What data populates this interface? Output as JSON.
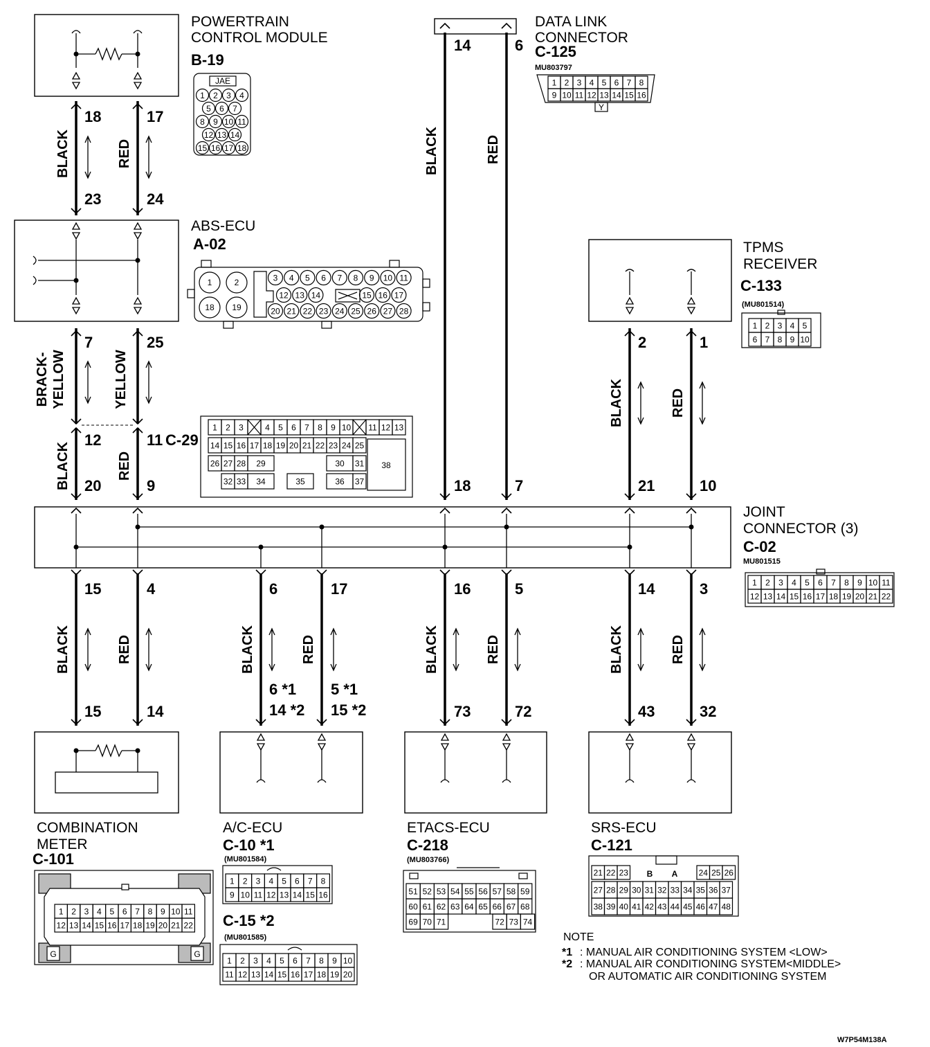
{
  "modules": {
    "pcm": {
      "name": "POWERTRAIN CONTROL MODULE",
      "name_lines": [
        "POWERTRAIN",
        "CONTROL MODULE"
      ],
      "connector": "B-19",
      "tag": "JAE",
      "pin_rows": [
        [
          "1",
          "2",
          "3",
          "4"
        ],
        [
          "5",
          "6",
          "7"
        ],
        [
          "8",
          "9",
          "10",
          "11"
        ],
        [
          "12",
          "13",
          "14"
        ],
        [
          "15",
          "16",
          "17",
          "18"
        ]
      ]
    },
    "dlc": {
      "name_lines": [
        "DATA LINK",
        "CONNECTOR"
      ],
      "connector": "C-125",
      "part": "MU803797",
      "tag": "Y",
      "pin_rows": [
        [
          "1",
          "2",
          "3",
          "4",
          "5",
          "6",
          "7",
          "8"
        ],
        [
          "9",
          "10",
          "11",
          "12",
          "13",
          "14",
          "15",
          "16"
        ]
      ]
    },
    "abs": {
      "name": "ABS-ECU",
      "connector": "A-02",
      "pins_big": [
        "1",
        "2",
        "18",
        "19"
      ],
      "pin_rows": [
        [
          "3",
          "4",
          "5",
          "6",
          "7",
          "8",
          "9",
          "10",
          "11"
        ],
        [
          "12",
          "13",
          "14",
          "15",
          "16",
          "17"
        ],
        [
          "20",
          "21",
          "22",
          "23",
          "24",
          "25",
          "26",
          "27",
          "28"
        ]
      ]
    },
    "tpms": {
      "name_lines": [
        "TPMS",
        "RECEIVER"
      ],
      "connector": "C-133",
      "part": "(MU801514)",
      "pin_rows": [
        [
          "1",
          "2",
          "3",
          "4",
          "5"
        ],
        [
          "6",
          "7",
          "8",
          "9",
          "10"
        ]
      ]
    },
    "c29": {
      "connector": "C-29",
      "pin_rows": [
        [
          "1",
          "2",
          "3",
          "4",
          "5",
          "6",
          "7",
          "8",
          "9",
          "10",
          "11",
          "12",
          "13"
        ],
        [
          "14",
          "15",
          "16",
          "17",
          "18",
          "19",
          "20",
          "21",
          "22",
          "23",
          "24",
          "25"
        ],
        [
          "26",
          "27",
          "28",
          "29",
          "30",
          "31",
          "38"
        ],
        [
          "32",
          "33",
          "34",
          "35",
          "36",
          "37"
        ]
      ]
    },
    "joint": {
      "name_lines": [
        "JOINT",
        "CONNECTOR (3)"
      ],
      "connector": "C-02",
      "part": "MU801515",
      "pin_rows": [
        [
          "1",
          "2",
          "3",
          "4",
          "5",
          "6",
          "7",
          "8",
          "9",
          "10",
          "11"
        ],
        [
          "12",
          "13",
          "14",
          "15",
          "16",
          "17",
          "18",
          "19",
          "20",
          "21",
          "22"
        ]
      ]
    },
    "meter": {
      "name_lines": [
        "COMBINATION",
        "METER"
      ],
      "connector": "C-101",
      "ground": "G",
      "pin_rows": [
        [
          "1",
          "2",
          "3",
          "4",
          "5",
          "6",
          "7",
          "8",
          "9",
          "10",
          "11"
        ],
        [
          "12",
          "13",
          "14",
          "15",
          "16",
          "17",
          "18",
          "19",
          "20",
          "21",
          "22"
        ]
      ]
    },
    "ac": {
      "name": "A/C-ECU",
      "connector_a": "C-10",
      "mark_a": "*1",
      "part_a": "(MU801584)",
      "pin_rows_a": [
        [
          "1",
          "2",
          "3",
          "4",
          "5",
          "6",
          "7",
          "8"
        ],
        [
          "9",
          "10",
          "11",
          "12",
          "13",
          "14",
          "15",
          "16"
        ]
      ],
      "connector_b": "C-15",
      "mark_b": "*2",
      "part_b": "(MU801585)",
      "pin_rows_b": [
        [
          "1",
          "2",
          "3",
          "4",
          "5",
          "6",
          "7",
          "8",
          "9",
          "10"
        ],
        [
          "11",
          "12",
          "13",
          "14",
          "15",
          "16",
          "17",
          "18",
          "19",
          "20"
        ]
      ]
    },
    "etacs": {
      "name": "ETACS-ECU",
      "connector": "C-218",
      "part": "(MU803766)",
      "pin_rows": [
        [
          "51",
          "52",
          "53",
          "54",
          "55",
          "56",
          "57",
          "58",
          "59"
        ],
        [
          "60",
          "61",
          "62",
          "63",
          "64",
          "65",
          "66",
          "67",
          "68"
        ],
        [
          "69",
          "70",
          "71",
          "72",
          "73",
          "74"
        ]
      ]
    },
    "srs": {
      "name": "SRS-ECU",
      "connector": "C-121",
      "pin_rows": [
        [
          "21",
          "22",
          "23",
          "B",
          "A",
          "24",
          "25",
          "26"
        ],
        [
          "27",
          "28",
          "29",
          "30",
          "31",
          "32",
          "33",
          "34",
          "35",
          "36",
          "37"
        ],
        [
          "38",
          "39",
          "40",
          "41",
          "42",
          "43",
          "44",
          "45",
          "46",
          "47",
          "48"
        ]
      ]
    }
  },
  "wires": {
    "pcm_black": {
      "color": "BLACK",
      "top": "18",
      "bottom": "23"
    },
    "pcm_red": {
      "color": "RED",
      "top": "17",
      "bottom": "24"
    },
    "dlc_black": {
      "color": "BLACK",
      "top": "14",
      "bottom": "18"
    },
    "dlc_red": {
      "color": "RED",
      "top": "6",
      "bottom": "7"
    },
    "abs_by": {
      "color_lines": [
        "BRACK-",
        "YELLOW"
      ],
      "top": "7",
      "bottom": "12"
    },
    "abs_y": {
      "color": "YELLOW",
      "top": "25",
      "bottom": "11"
    },
    "c29_black": {
      "color": "BLACK",
      "bottom": "20"
    },
    "c29_red": {
      "color": "RED",
      "bottom": "9"
    },
    "tpms_black": {
      "color": "BLACK",
      "top": "2",
      "bottom": "21"
    },
    "tpms_red": {
      "color": "RED",
      "top": "1",
      "bottom": "10"
    },
    "meter_black": {
      "color": "BLACK",
      "top": "15",
      "bottom": "15"
    },
    "meter_red": {
      "color": "RED",
      "top": "4",
      "bottom": "14"
    },
    "ac_black": {
      "color": "BLACK",
      "top": "6",
      "bottom_a": "6",
      "bottom_b": "14",
      "mark_a": "*1",
      "mark_b": "*2"
    },
    "ac_red": {
      "color": "RED",
      "top": "17",
      "bottom_a": "5",
      "bottom_b": "15",
      "mark_a": "*1",
      "mark_b": "*2"
    },
    "etacs_black": {
      "color": "BLACK",
      "top": "16",
      "bottom": "73"
    },
    "etacs_red": {
      "color": "RED",
      "top": "5",
      "bottom": "72"
    },
    "srs_black": {
      "color": "BLACK",
      "top": "14",
      "bottom": "43"
    },
    "srs_red": {
      "color": "RED",
      "top": "3",
      "bottom": "32"
    }
  },
  "note": {
    "title": "NOTE",
    "items": [
      {
        "mark": "*1",
        "lines": [
          "MANUAL AIR CONDITIONING SYSTEM <LOW>"
        ]
      },
      {
        "mark": "*2",
        "lines": [
          "MANUAL AIR CONDITIONING SYSTEM<MIDDLE>",
          "OR AUTOMATIC AIR CONDITIONING SYSTEM"
        ]
      }
    ]
  },
  "figure_id": "W7P54M138A"
}
